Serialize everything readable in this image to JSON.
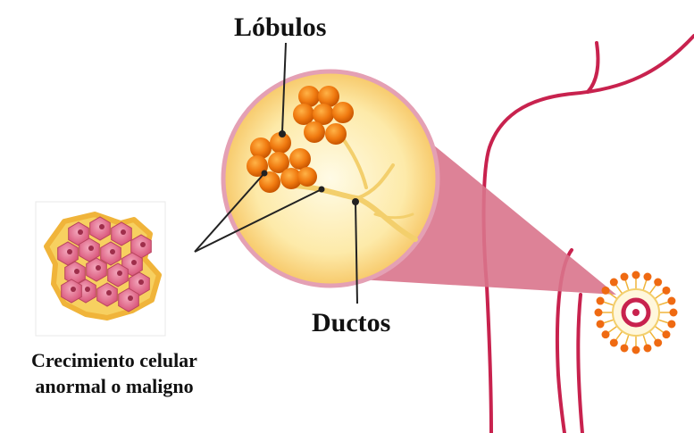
{
  "labels": {
    "lobules": "Lóbulos",
    "ducts": "Ductos",
    "growth_line1": "Crecimiento celular",
    "growth_line2": "anormal o maligno"
  },
  "colors": {
    "body_outline": "#c8224e",
    "zoom_cone": "#d9748c",
    "magnifier_fill": "#fde9a8",
    "magnifier_rim": "#e4a0b4",
    "lobule_orange": "#ef7a12",
    "duct_yellow": "#f3cf6c",
    "cell_pink": "#e56f8f",
    "cell_border": "#f0b43a",
    "leader_line": "#222222"
  }
}
